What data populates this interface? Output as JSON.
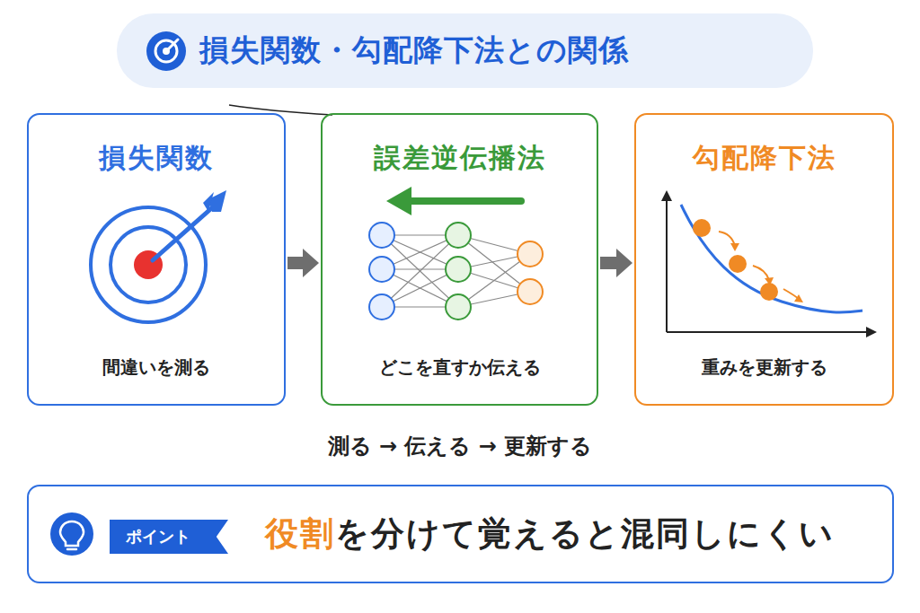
{
  "diagram": {
    "title": "損失関数・勾配降下法との関係",
    "nodes": [
      {
        "text": [
          "損失関数",
          "間違いを測る"
        ]
      },
      {
        "text": [
          "誤差逆伝播法",
          "どこを直すか伝える"
        ]
      },
      {
        "text": [
          "勾配降下法",
          "重みを更新する"
        ]
      },
      {
        "text": [
          "役割",
          "を分けて覚えると混同しにくい"
        ]
      },
      {
        "text": [
          "ポイント"
        ],
        "in": 3
      }
    ],
    "edges": [
      {
        "from": 0,
        "to": 1,
        "arrow": "to"
      },
      {
        "from": 1,
        "to": 2,
        "arrow": "to"
      }
    ],
    "labels": [
      "測る → 伝える → 更新する"
    ]
  }
}
